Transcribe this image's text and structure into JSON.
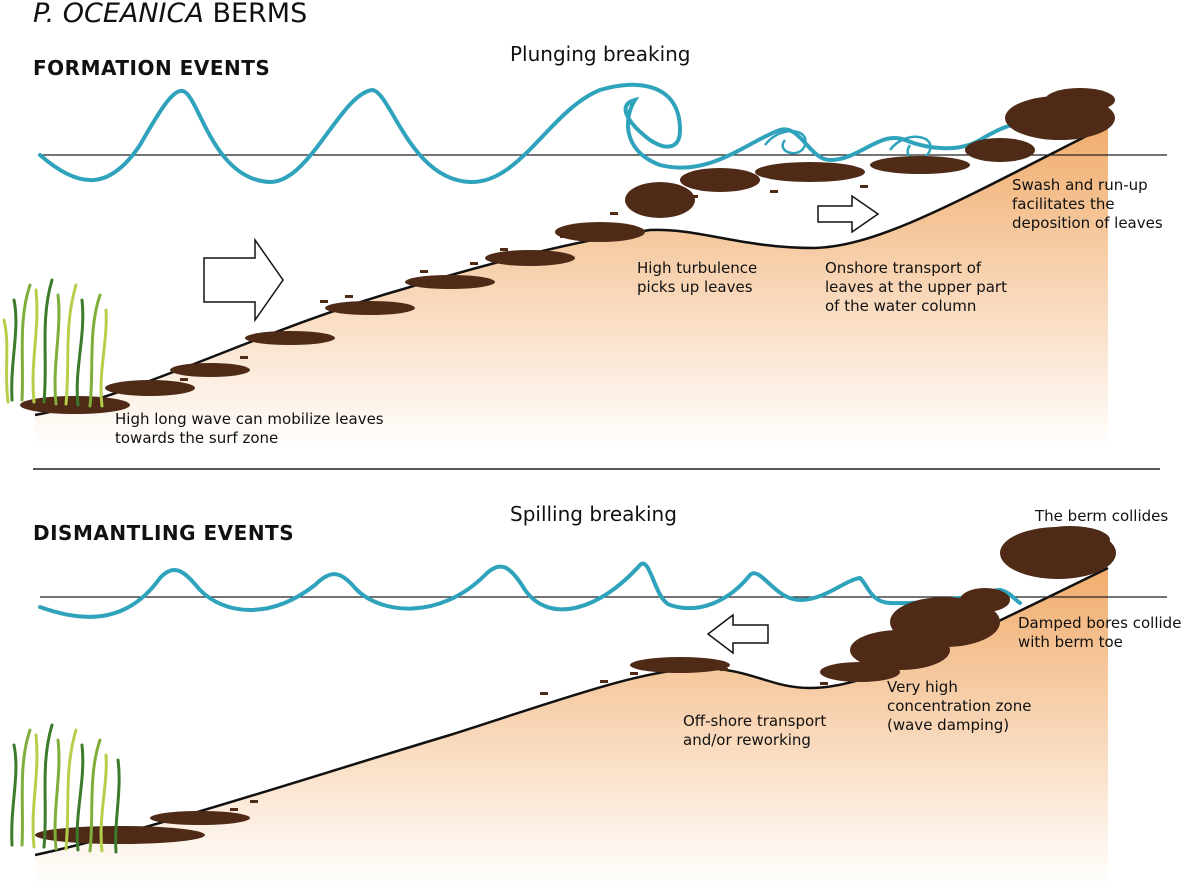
{
  "title": {
    "italic": "P. OCEANICA",
    "rest": "BERMS"
  },
  "formation": {
    "heading": "FORMATION EVENTS",
    "breaking_label": "Plunging breaking",
    "notes": {
      "long_wave": [
        "High long wave can mobilize leaves",
        "towards the surf zone"
      ],
      "turbulence": [
        "High turbulence",
        "picks up leaves"
      ],
      "onshore": [
        "Onshore transport of",
        "leaves at the upper part",
        "of the water column"
      ],
      "swash": [
        "Swash and run-up",
        "facilitates the",
        "deposition of leaves"
      ]
    }
  },
  "dismantling": {
    "heading": "DISMANTLING EVENTS",
    "breaking_label": "Spilling breaking",
    "notes": {
      "berm_collides": [
        "The berm collides"
      ],
      "damped_bores": [
        "Damped bores collide",
        "with berm toe"
      ],
      "high_concentration": [
        "Very high",
        "concentration zone",
        "(wave damping)"
      ],
      "offshore": [
        "Off-shore transport",
        "and/or reworking"
      ]
    }
  },
  "colors": {
    "wave": "#2fa3bc",
    "sand_top": "#f0a865",
    "leaves": "#4e2a17",
    "seagrass_dark": "#3c7a2c",
    "seagrass_light": "#b6cf4a",
    "line": "#111111"
  }
}
